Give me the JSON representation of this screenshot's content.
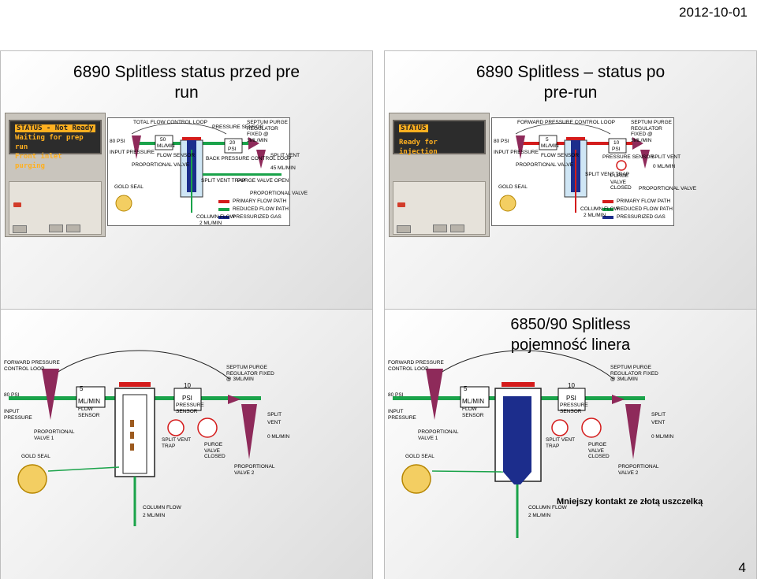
{
  "header": {
    "date": "2012-10-01"
  },
  "footer": {
    "page": "4"
  },
  "slide1": {
    "title_line1": "6890 Splitless status przed  pre",
    "title_line2": "run",
    "lcd": {
      "line1": "STATUS - Not Ready",
      "line2": "Waiting for prep run",
      "line3": "Front inlet purging"
    },
    "labels": {
      "fwd": "TOTAL FLOW CONTROL LOOP",
      "pressure_loop": "PRESSURE SENSOR",
      "septum": "SEPTUM PURGE REGULATOR FIXED @ 3ML/MIN",
      "psi": "80 PSI",
      "input": "INPUT PRESSURE",
      "flow_val": "50",
      "flow_unit": "ML/MIN",
      "flow_sensor": "FLOW SENSOR",
      "prop_valve": "PROPORTIONAL VALVE",
      "back_pressure": "BACK PRESSURE CONTROL LOOP",
      "psi_val": "20",
      "psi_unit": "PSI",
      "split_vent": "SPLIT VENT",
      "purge_valve": "PURGE VALVE OPEN",
      "gold_seal": "GOLD SEAL",
      "split_trap": "SPLIT VENT TRAP",
      "flow_rate": "45 ML/MIN",
      "column_flow": "COLUMN FLOW",
      "column_rate": "2 ML/MIN",
      "prop_valve2": "PROPORTIONAL VALVE",
      "legend_primary": "PRIMARY FLOW PATH",
      "legend_reduced": "REDUCED FLOW PATH",
      "legend_gas": "PRESSURIZED GAS"
    }
  },
  "slide2": {
    "title_line1": "6890 Splitless  –  status po",
    "title_line2": "pre-run",
    "lcd": {
      "line1": "STATUS",
      "line2": "Ready for injection"
    },
    "labels": {
      "fwd": "FORWARD PRESSURE CONTROL LOOP",
      "septum": "SEPTUM PURGE REGULATOR FIXED @ 3ML/MIN",
      "psi": "80 PSI",
      "input": "INPUT PRESSURE",
      "flow_val": "5",
      "flow_unit": "ML/MIN",
      "flow_sensor": "FLOW SENSOR",
      "psi_val": "10",
      "psi_unit": "PSI",
      "pressure_sensor": "PRESSURE SENSOR",
      "prop_valve": "PROPORTIONAL VALVE",
      "split_trap": "SPLIT VENT TRAP",
      "purge_valve": "PURGE VALVE CLOSED",
      "split_vent": "SPLIT VENT",
      "vent_rate": "0 ML/MIN",
      "prop_valve2": "PROPORTIONAL VALVE",
      "gold_seal": "GOLD SEAL",
      "column_flow": "COLUMN FLOW",
      "column_rate": "2 ML/MIN",
      "legend_primary": "PRIMARY FLOW PATH",
      "legend_reduced": "REDUCED FLOW PATH",
      "legend_gas": "PRESSURIZED GAS"
    }
  },
  "slide3": {
    "labels": {
      "fwd": "FORWARD PRESSURE CONTROL LOOP",
      "septum": "SEPTUM  PURGE REGULATOR FIXED @ 3ML/MIN",
      "psi": "80 PSI",
      "input": "INPUT PRESSURE",
      "flow_val": "5",
      "flow_unit": "ML/MIN",
      "flow_sensor": "FLOW SENSOR",
      "psi_val": "10",
      "psi_unit": "PSI",
      "pressure_sensor": "PRESSURE SENSOR",
      "split": "SPLIT",
      "vent": "VENT",
      "prop_valve1": "PROPORTIONAL VALVE 1",
      "split_trap": "SPLIT VENT TRAP",
      "purge_valve": "PURGE VALVE CLOSED",
      "vent_rate": "0 ML/MIN",
      "gold_seal": "GOLD SEAL",
      "prop_valve2": "PROPORTIONAL VALVE 2",
      "column_flow": "COLUMN FLOW",
      "column_rate": "2 ML/MIN"
    }
  },
  "slide4": {
    "title_line1": "6850/90 Splitless",
    "title_line2": "pojemność linera",
    "caption": "Mniejszy kontakt ze złotą uszczelką",
    "labels": {
      "fwd": "FORWARD PRESSURE CONTROL LOOP",
      "septum": "SEPTUM  PURGE REGULATOR FIXED @ 3ML/MIN",
      "psi": "80 PSI",
      "input": "INPUT PRESSURE",
      "flow_val": "5",
      "flow_unit": "ML/MIN",
      "flow_sensor": "FLOW SENSOR",
      "psi_val": "10",
      "psi_unit": "PSI",
      "pressure_sensor": "PRESSURE SENSOR",
      "split": "SPLIT",
      "vent": "VENT",
      "prop_valve1": "PROPORTIONAL VALVE 1",
      "split_trap": "SPLIT VENT TRAP",
      "purge_valve": "PURGE VALVE CLOSED",
      "vent_rate": "0 ML/MIN",
      "gold_seal": "GOLD SEAL",
      "prop_valve2": "PROPORTIONAL VALVE 2",
      "column_flow": "COLUMN FLOW",
      "column_rate": "2 ML/MIN"
    }
  }
}
